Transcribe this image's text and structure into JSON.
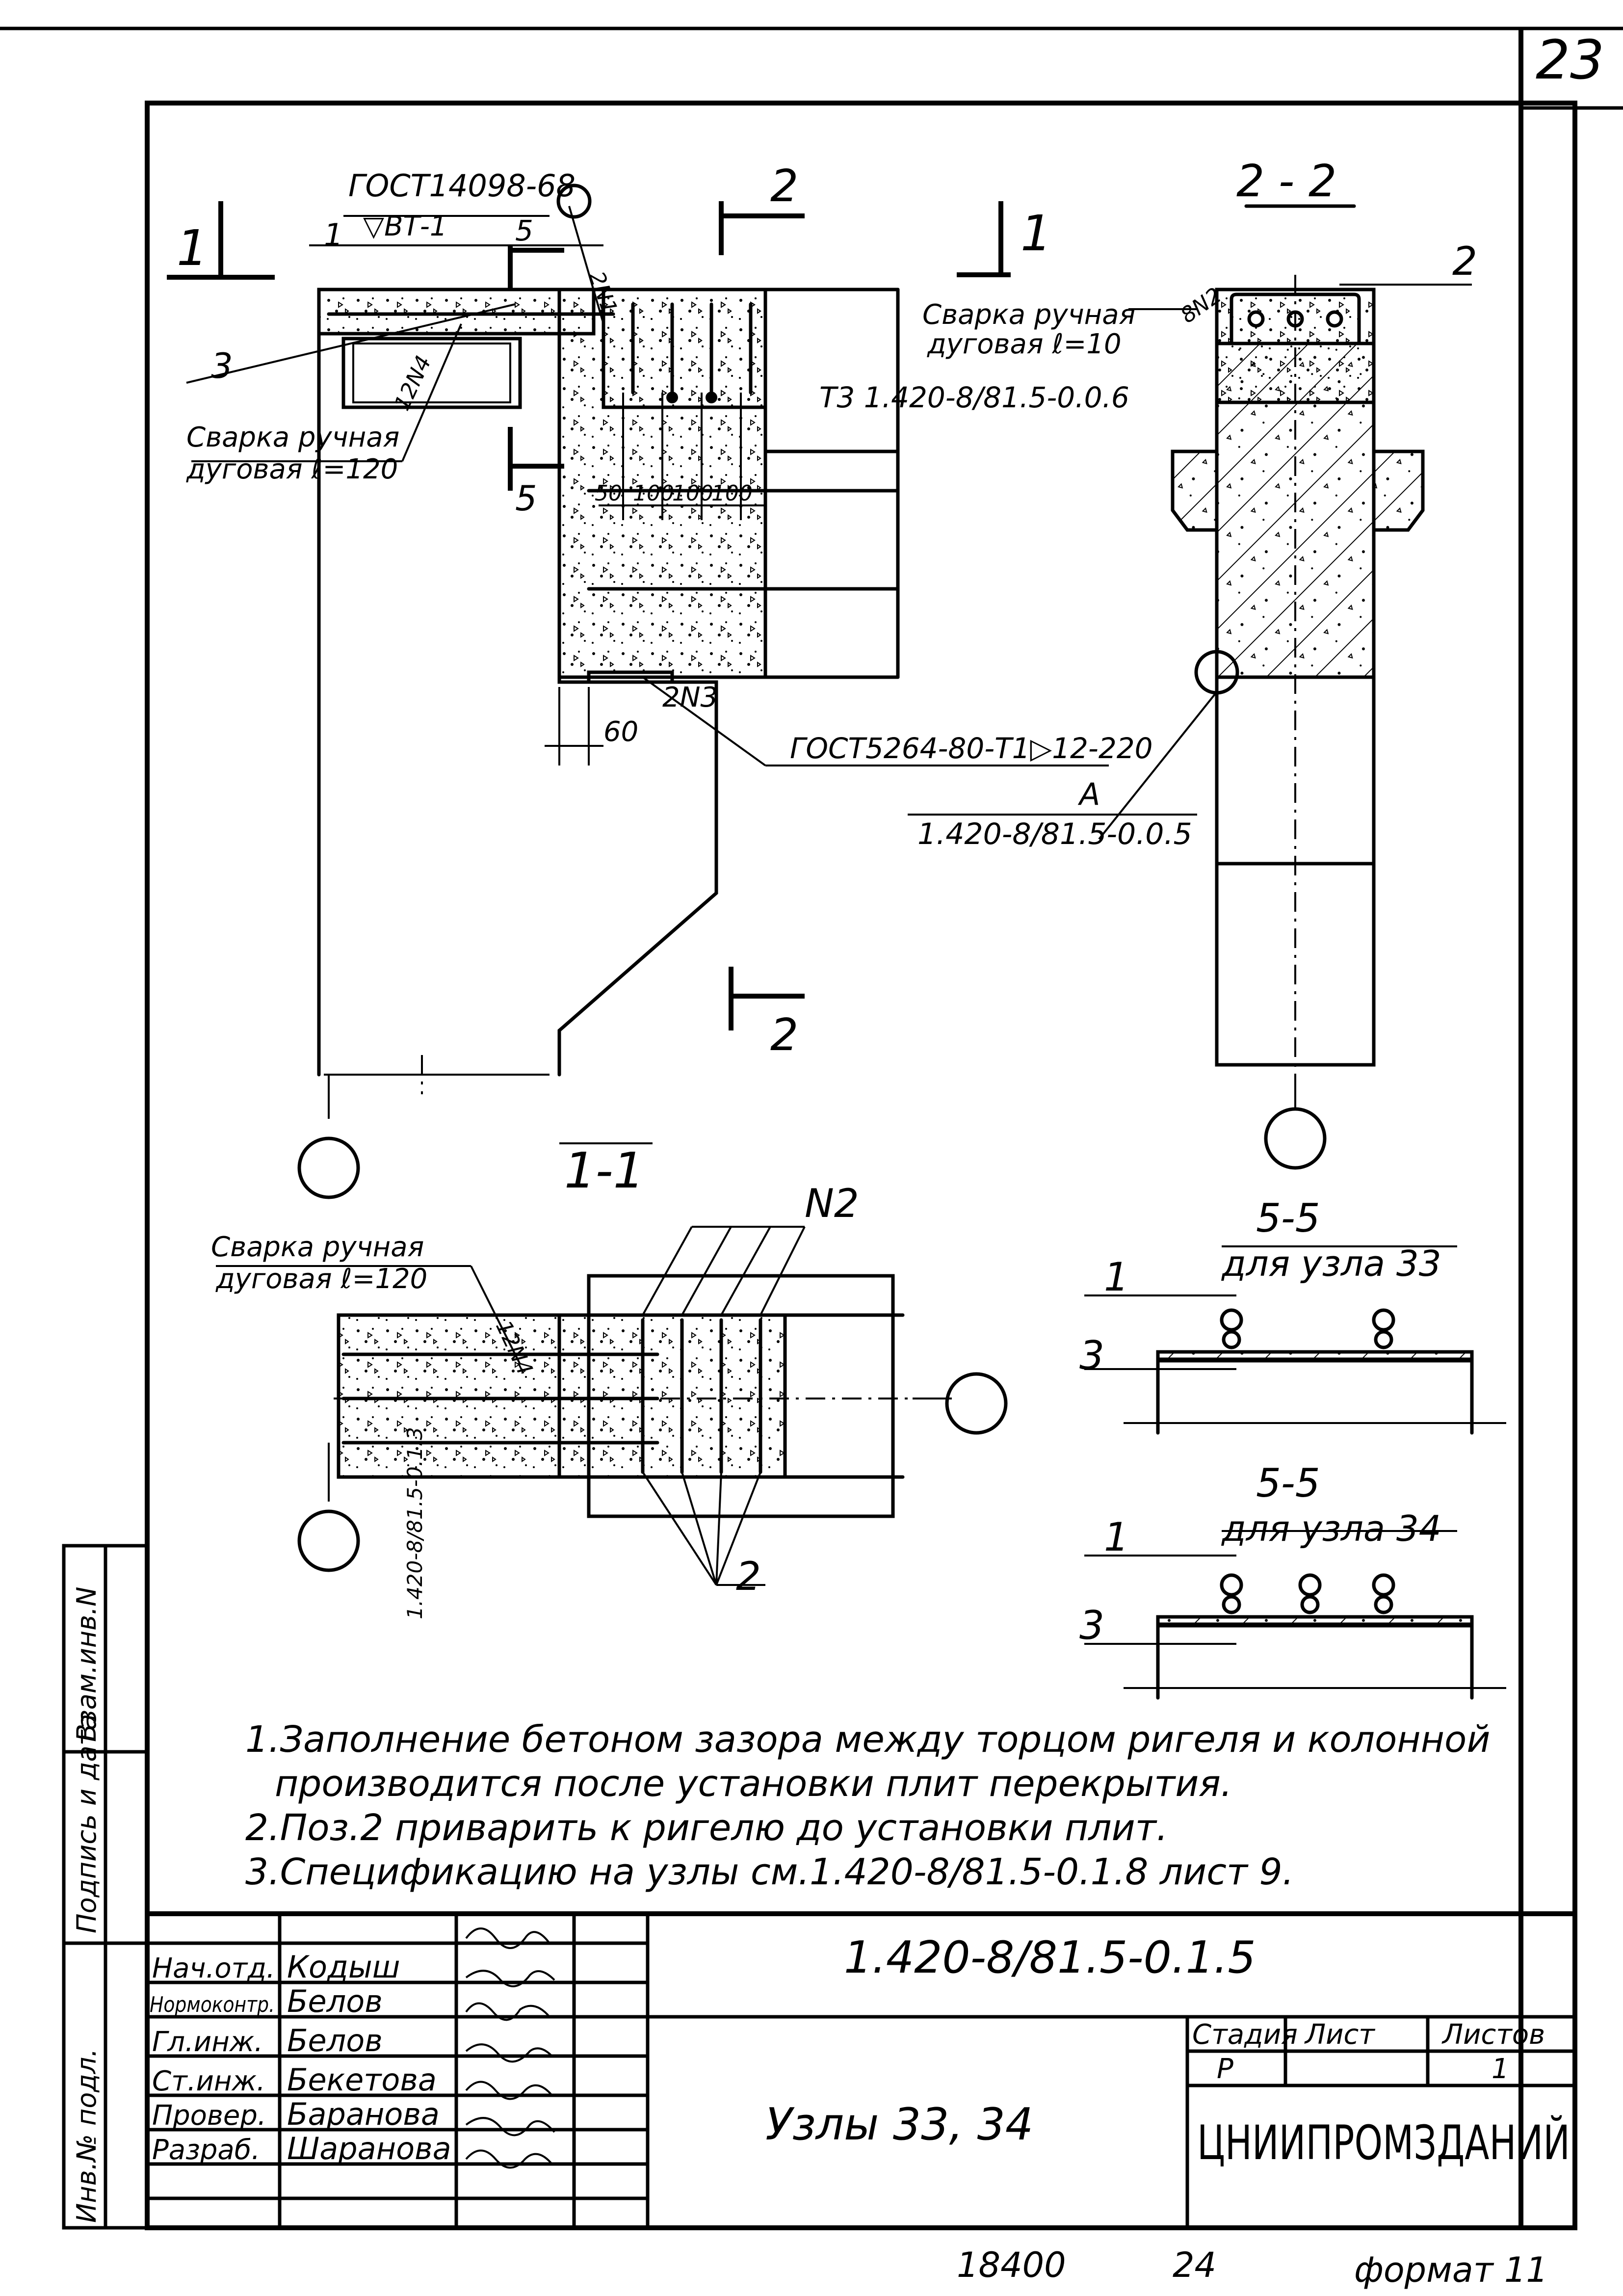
{
  "sheet_number": "23",
  "section_labels": {
    "cut_1": "1",
    "cut_2": "2",
    "cut_5": "5",
    "view_2_2": "2 - 2",
    "view_1_1": "1-1",
    "view_5_5_a": "5-5",
    "view_5_5_a_sub": "для узла 33",
    "view_5_5_b": "5-5",
    "view_5_5_b_sub": "для узла 34"
  },
  "callouts": {
    "gost_weld": "ГОСТ14098-68",
    "weld_symbol": "▽ВТ-1",
    "weld_2n1": "2N1",
    "weld_12n4": "12N4",
    "weld_8n2": "8N2",
    "weld_2n3": "2N3",
    "weld_12n4_b": "12N4",
    "manual_weld": "Сварка ручная",
    "arc_weld_120": "дуговая ℓ=120",
    "arc_weld_10": "дуговая ℓ=10",
    "arc_weld_120_b": "дуговая ℓ=120",
    "manual_weld_2": "Сварка ручная",
    "manual_weld_3": "Сварка ручная",
    "pos_1": "1",
    "pos_2": "2",
    "pos_3": "3",
    "pos_n2": "N2",
    "t3_ref": "T3 1.420-8/81.5-0.0.6",
    "gost_5264": "ГОСТ5264-80-Т1▷12-220",
    "node_a": "А",
    "ref_a": "1.420-8/81.5-0.0.5",
    "ref_vertical": "1.420-8/81.5-0.1.3",
    "dim_60": "60",
    "dim_50": "50",
    "dim_100a": "100",
    "dim_100b": "100",
    "dim_100c": "100"
  },
  "notes": [
    "1.Заполнение бетоном зазора между торцом ригеля и колонной",
    "производится после установки плит перекрытия.",
    "2.Поз.2 приварить к ригелю до установки плит.",
    "3.Спецификацию на узлы см.1.420-8/81.5-0.1.8 лист 9."
  ],
  "side_stamp": [
    "Инв.№ подл.",
    "Подпись и дата",
    "Взам.инв.N"
  ],
  "title_block": {
    "doc_code": "1.420-8/81.5-0.1.5",
    "title": "Узлы 33, 34",
    "stage_label": "Стадия",
    "sheet_label": "Лист",
    "sheets_label": "Листов",
    "stage_value": "Р",
    "sheets_value": "1",
    "organization": "ЦНИИПРОМЗДАНИЙ",
    "staff": [
      {
        "role": "Нач.отд.",
        "name": "Кодыш"
      },
      {
        "role": "Нормоконтр.",
        "name": "Белов"
      },
      {
        "role": "Гл.инж.",
        "name": "Белов"
      },
      {
        "role": "Ст.инж.",
        "name": "Бекетова"
      },
      {
        "role": "Провер.",
        "name": "Баранова"
      },
      {
        "role": "Разраб.",
        "name": "Шаранова"
      }
    ]
  },
  "footer": {
    "inventory": "18400",
    "copy": "24",
    "format": "формат 11"
  }
}
